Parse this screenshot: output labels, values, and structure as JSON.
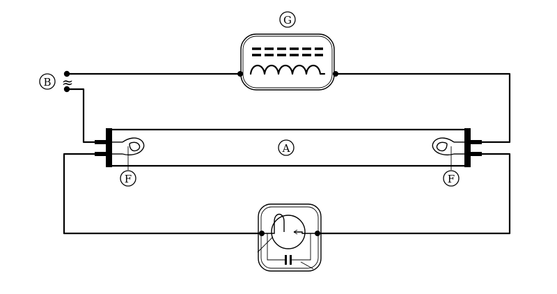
{
  "labels": {
    "tube": "A",
    "supply": "B",
    "ballast": "G",
    "filament_left": "F",
    "filament_right": "F"
  },
  "supply_symbol": "≈",
  "colors": {
    "line": "#000000",
    "background": "#ffffff"
  }
}
